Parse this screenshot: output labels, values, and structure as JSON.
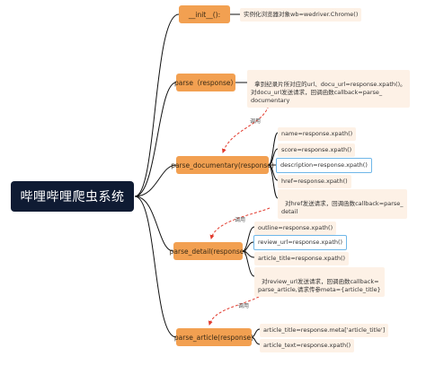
{
  "root": {
    "label": "哔哩哔哩爬虫系统"
  },
  "methods": [
    {
      "label": "__init__():",
      "notes": [
        "实例化浏览器对象wb=wedriver.Chrome()"
      ]
    },
    {
      "label": "parse（response）",
      "notes": [
        "拿到纪录片所对应的url、docu_url=response.xpath()。\n对docu_url发送请求，回调函数callback=parse_\ndocumentary"
      ]
    },
    {
      "label": "parse_documentary(response)",
      "notes": [
        "name=response.xpath()",
        "score=response.xpath()",
        "description=response.xpath()",
        "href=response.xpath()",
        "对href发送请求，回调函数callback=parse_\ndetail"
      ]
    },
    {
      "label": "parse_detail(response)",
      "notes": [
        "outline=response.xpath()",
        "review_url=response.xpath()",
        "article_title=response.xpath()",
        "对review_url发送请求，回调函数callback=\nparse_article,请求传参meta={article_title}"
      ]
    },
    {
      "label": "parse_article(response)",
      "notes": [
        "article_title=response.meta['article_title']",
        "article_text=response.xpath()"
      ]
    }
  ],
  "call_labels": [
    "调用",
    "调用",
    "调用"
  ],
  "colors": {
    "root": "#0f1b33",
    "method": "#f2a051",
    "note": "#fdf1e6",
    "line": "#111111",
    "call_arrow": "#e23b2e",
    "selected_border": "#6fb7e8"
  }
}
